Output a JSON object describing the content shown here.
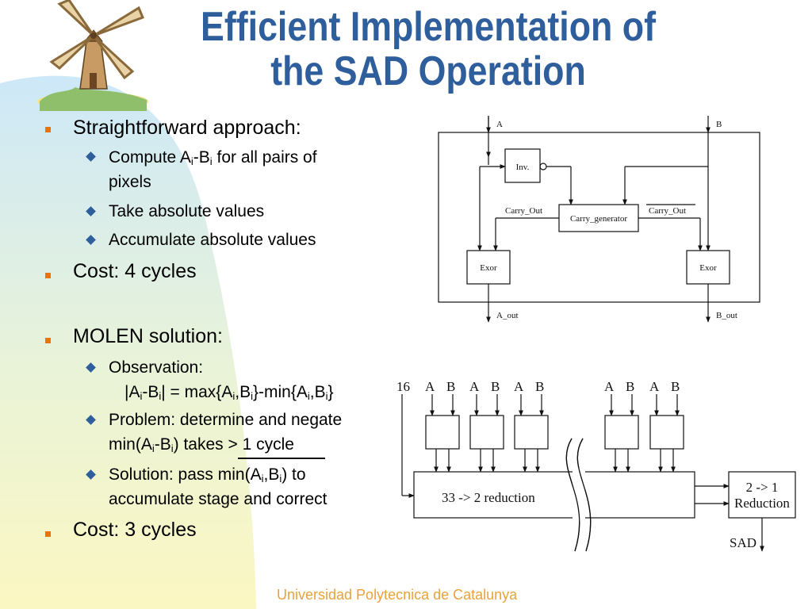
{
  "slide": {
    "title_line1": "Efficient Implementation of",
    "title_line2": "the SAD Operation",
    "footer": "Universidad Polytecnica de Catalunya"
  },
  "bullets": {
    "straightforward": "Straightforward approach:",
    "compute_pre": "Compute A",
    "compute_mid": "-B",
    "compute_post": " for all pairs of",
    "compute_cont": "pixels",
    "sub_i": "i",
    "absolute": "Take absolute values",
    "accumulate": "Accumulate absolute values",
    "cost4": "Cost: 4 cycles",
    "molen": "MOLEN solution:",
    "observation": "Observation:",
    "obs_p1": "|A",
    "obs_p2": "-B",
    "obs_p3": "| = max{A",
    "obs_p4": ",B",
    "obs_p5": "}-min{A",
    "obs_p6": ",B",
    "obs_p7": "}",
    "problem": "Problem: determine and negate",
    "prob_p1": "min(A",
    "prob_p2": "-B",
    "prob_p3": ") takes ",
    "prob_p4": "> 1 cycle",
    "solution_p1": "Solution: pass min(A",
    "solution_p2": ",B",
    "solution_p3": ") to",
    "solution_cont": "accumulate stage and correct",
    "cost3": "Cost: 3 cycles"
  },
  "diagram1": {
    "a": "A",
    "b": "B",
    "inv": "Inv.",
    "carry_out_left": "Carry_Out",
    "carry_out_right": "Carry_Out",
    "carry_generator": "Carry_generator",
    "exor_left": "Exor",
    "exor_right": "Exor",
    "a_out": "A_out",
    "b_out": "B_out"
  },
  "diagram2": {
    "input16": "16",
    "pairs": [
      "A",
      "B",
      "A",
      "B",
      "A",
      "B",
      "A",
      "B",
      "A",
      "B"
    ],
    "reduction33": "33 -> 2 reduction",
    "reduction2_line1": "2 -> 1",
    "reduction2_line2": "Reduction",
    "sad": "SAD"
  },
  "colors": {
    "title": "#2e5f9c",
    "level1_bullet": "#e8740c",
    "level2_bullet": "#2e5f9c",
    "footer": "#e8a23a",
    "background_blue": "#cfe9f8",
    "background_yellow": "#fbf7c2"
  },
  "icons": {
    "logo": "windmill-logo"
  }
}
